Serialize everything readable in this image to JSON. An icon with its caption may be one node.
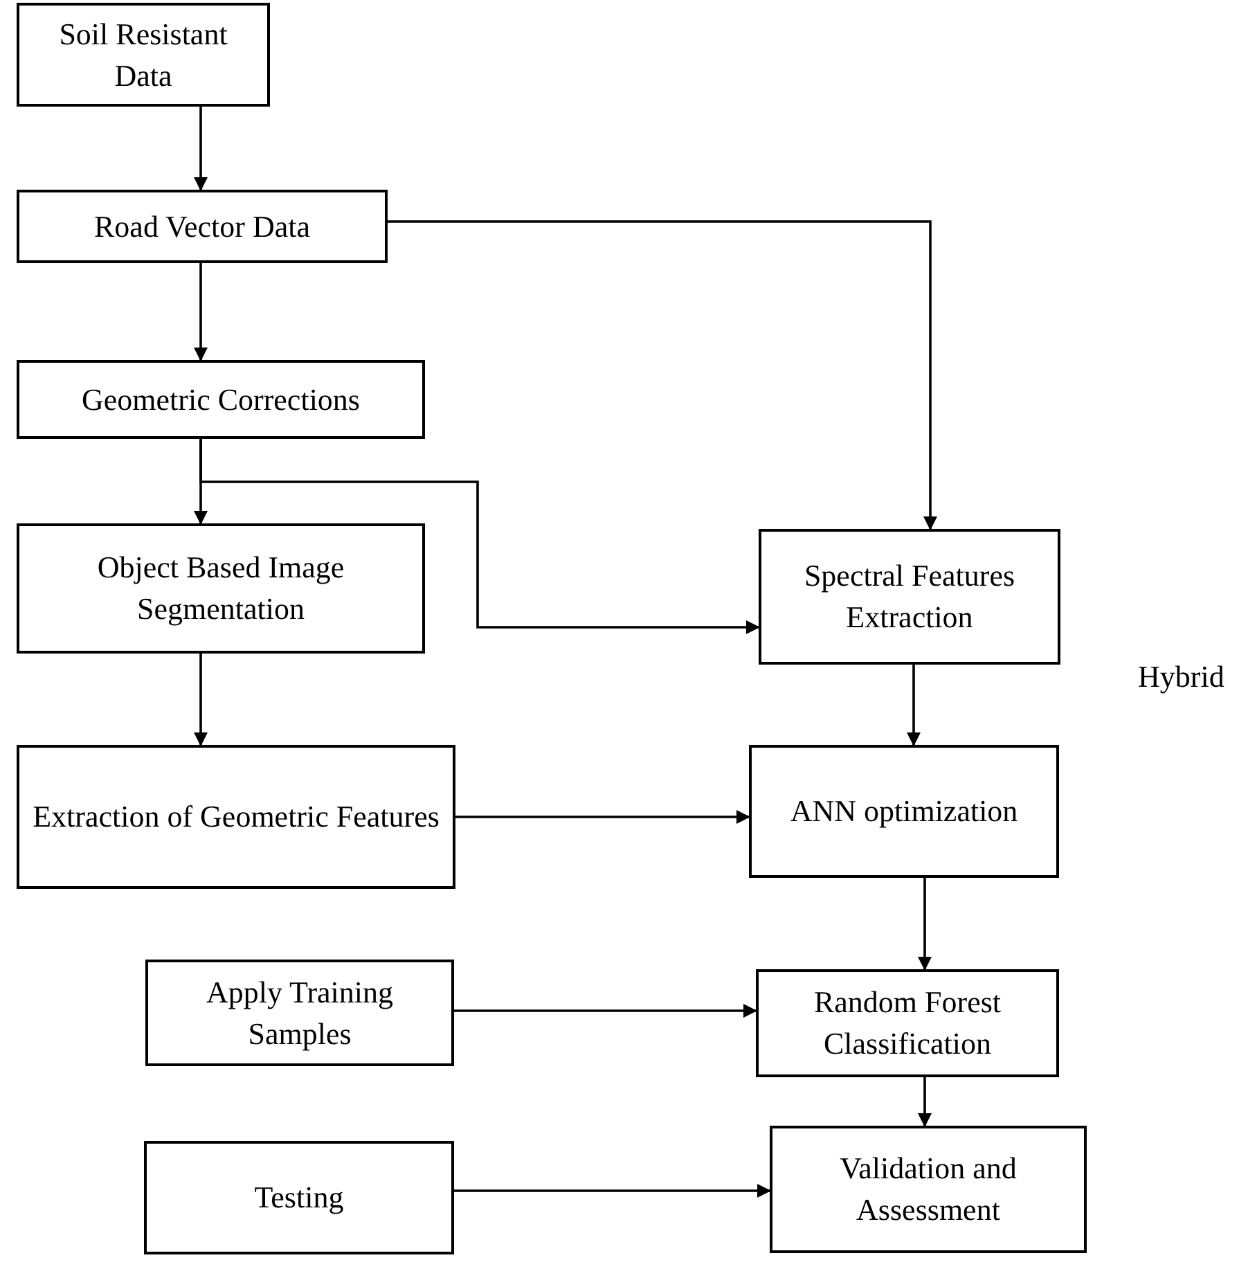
{
  "diagram": {
    "nodes": [
      {
        "text": [
          "Soil Resistant Data"
        ]
      },
      {
        "text": [
          "Road Vector Data"
        ]
      },
      {
        "text": [
          "Geometric Corrections"
        ]
      },
      {
        "text": [
          "Object Based Image Segmentation"
        ]
      },
      {
        "text": [
          "Spectral Features Extraction"
        ]
      },
      {
        "text": [
          "Extraction of Geometric Features"
        ]
      },
      {
        "text": [
          "ANN optimization"
        ]
      },
      {
        "text": [
          "Apply Training Samples"
        ]
      },
      {
        "text": [
          "Random Forest Classification"
        ]
      },
      {
        "text": [
          "Testing"
        ]
      },
      {
        "text": [
          "Validation and Assessment"
        ]
      }
    ],
    "edges": [
      {
        "from": 0,
        "to": 1,
        "arrow": "to"
      },
      {
        "from": 1,
        "to": 2,
        "arrow": "to"
      },
      {
        "from": 1,
        "to": 4,
        "arrow": "to"
      },
      {
        "from": 2,
        "to": 3,
        "arrow": "to"
      },
      {
        "from": 2,
        "to": 4,
        "arrow": "to"
      },
      {
        "from": 3,
        "to": 5,
        "arrow": "to"
      },
      {
        "from": 4,
        "to": 6,
        "arrow": "to"
      },
      {
        "from": 5,
        "to": 6,
        "arrow": "to"
      },
      {
        "from": 6,
        "to": 8,
        "arrow": "to"
      },
      {
        "from": 7,
        "to": 8,
        "arrow": "to"
      },
      {
        "from": 8,
        "to": 10,
        "arrow": "to"
      },
      {
        "from": 9,
        "to": 10,
        "arrow": "to"
      }
    ],
    "labels": [
      "Hybrid"
    ]
  }
}
